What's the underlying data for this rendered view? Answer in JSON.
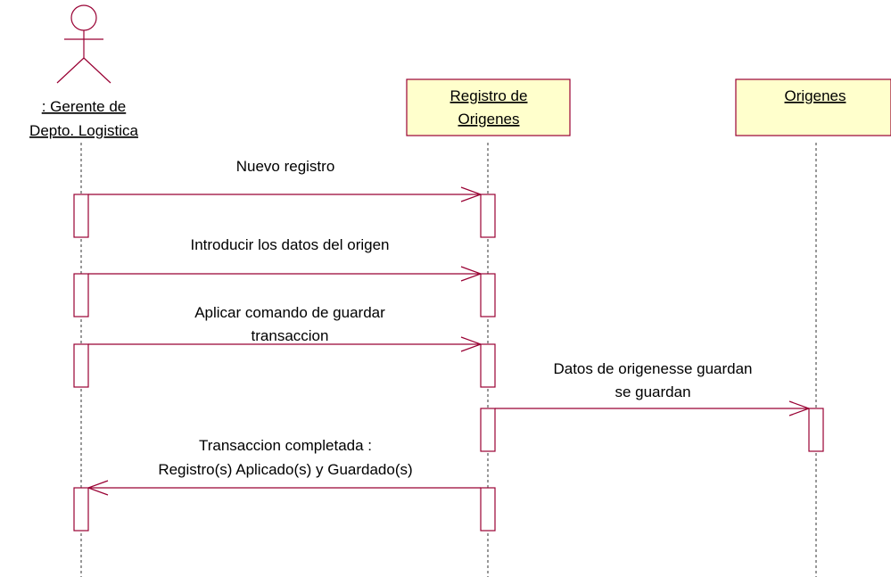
{
  "colors": {
    "line": "#990033",
    "box_fill": "#ffffcc",
    "text": "#000000"
  },
  "actor": {
    "icon": "stick-figure-icon",
    "name_line1": ": Gerente de",
    "name_line2": "Depto. Logistica"
  },
  "objects": [
    {
      "line1": "Registro de",
      "line2": "Origenes"
    },
    {
      "line1": "Origenes"
    }
  ],
  "messages": [
    {
      "lines": [
        "Nuevo registro"
      ],
      "from": "actor",
      "to": "registro"
    },
    {
      "lines": [
        "Introducir los datos del origen"
      ],
      "from": "actor",
      "to": "registro"
    },
    {
      "lines": [
        "Aplicar comando de guardar",
        "transaccion"
      ],
      "from": "actor",
      "to": "registro"
    },
    {
      "lines": [
        "Datos de origenesse guardan",
        "se guardan"
      ],
      "from": "registro",
      "to": "origenes"
    },
    {
      "lines": [
        "Transaccion completada :",
        "Registro(s) Aplicado(s) y Guardado(s)"
      ],
      "from": "registro",
      "to": "actor"
    }
  ]
}
